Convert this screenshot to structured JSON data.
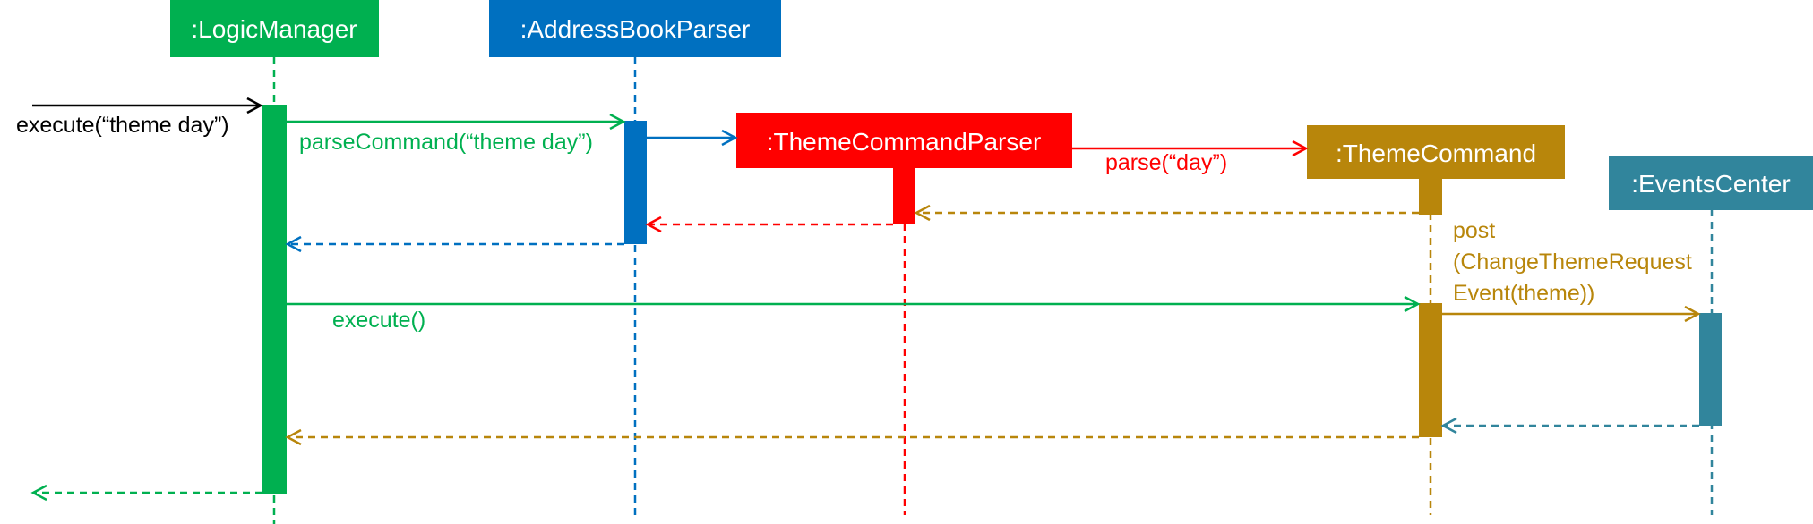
{
  "colors": {
    "logic": "#00b050",
    "parser": "#0070c0",
    "themeParser": "#ff0000",
    "themeCmd": "#b8860b",
    "events": "#31859c",
    "black": "#000000"
  },
  "participants": {
    "logic": ":LogicManager",
    "parser": ":AddressBookParser",
    "themeParser": ":ThemeCommandParser",
    "themeCmd": ":ThemeCommand",
    "events": ":EventsCenter"
  },
  "messages": {
    "execute_call": "execute(“theme day”)",
    "parse_command": "parseCommand(“theme day”)",
    "parse_day": "parse(“day”)",
    "execute_noargs": "execute()",
    "post_line1": "post",
    "post_line2": "(ChangeThemeRequest",
    "post_line3": "Event(theme))"
  }
}
